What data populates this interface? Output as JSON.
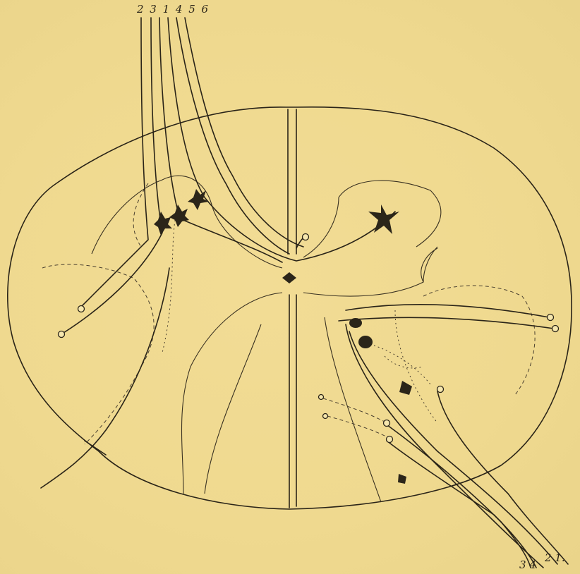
{
  "figure": {
    "top_labels": "2 3 1 4 5 6",
    "bottom_right_labels_a": "2 1.",
    "bottom_right_labels_b": "3 4"
  },
  "colors": {
    "paper": "#f3df96",
    "ink": "#2a2418"
  }
}
